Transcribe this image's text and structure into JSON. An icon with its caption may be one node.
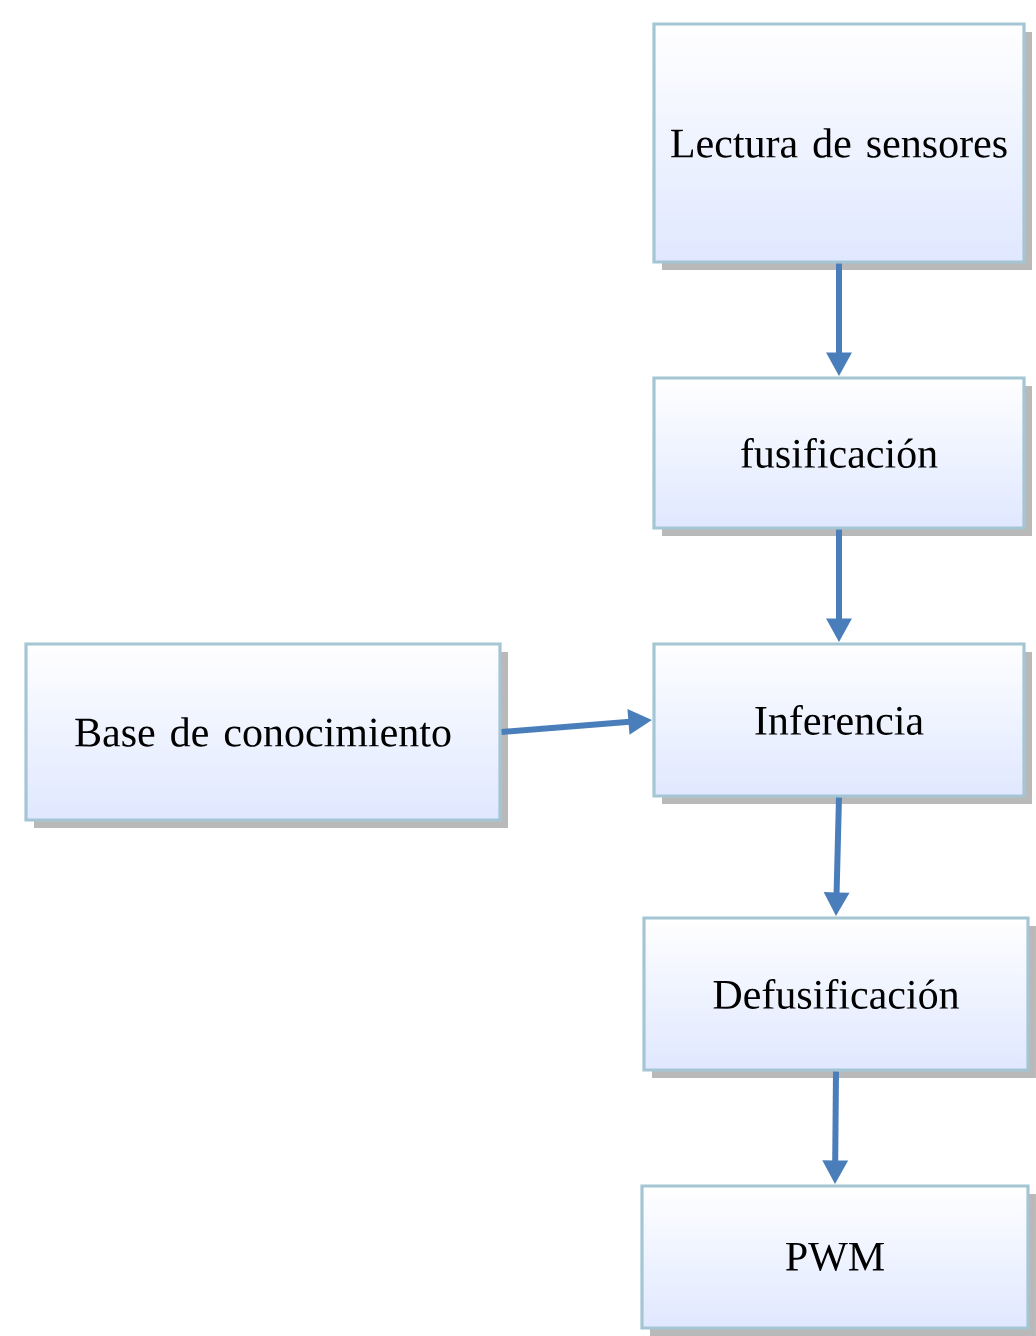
{
  "diagram": {
    "nodes": [
      {
        "text": [
          "Lectura de sensores"
        ]
      },
      {
        "text": [
          "fusificación"
        ]
      },
      {
        "text": [
          "Base de conocimiento"
        ]
      },
      {
        "text": [
          "Inferencia"
        ]
      },
      {
        "text": [
          "Defusificación"
        ]
      },
      {
        "text": [
          "PWM"
        ]
      }
    ],
    "edges": [
      {
        "from": 0,
        "to": 1,
        "arrow": "to"
      },
      {
        "from": 1,
        "to": 3,
        "arrow": "to"
      },
      {
        "from": 2,
        "to": 3,
        "arrow": "to"
      },
      {
        "from": 3,
        "to": 4,
        "arrow": "to"
      },
      {
        "from": 4,
        "to": 5,
        "arrow": "to"
      }
    ]
  }
}
